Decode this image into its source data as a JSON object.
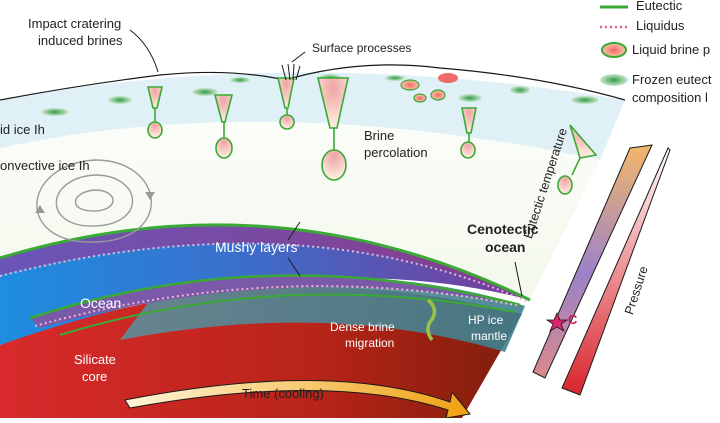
{
  "legend": {
    "eutectic": "Eutectic",
    "liquidus": "Liquidus",
    "liquid_brine_pocket": "Liquid brine p",
    "frozen_eutectic_line1": "Frozen eutect",
    "frozen_eutectic_line2": "composition l"
  },
  "labels": {
    "impact_line1": "Impact cratering",
    "impact_line2": "induced brines",
    "surface_processes": "Surface processes",
    "rigid_ice": "id ice Ih",
    "convective_ice": "onvective ice Ih",
    "brine_line1": "Brine",
    "brine_line2": "percolation",
    "cenotectic_line1": "Cenotectic",
    "cenotectic_line2": "ocean",
    "mushy_layers": "Mushy layers",
    "ocean": "Ocean",
    "silicate_line1": "Silicate",
    "silicate_line2": "core",
    "dense_line1": "Dense brine",
    "dense_line2": "migration",
    "hp_line1": "HP ice",
    "hp_line2": "mantle",
    "time": "Time (cooling)",
    "eutectic_temperature": "Eutectic temperature",
    "pressure": "Pressure",
    "point_c": "C"
  },
  "colors": {
    "eutectic": "#3aa935",
    "liquidus": "#d9609a",
    "ice": "#dff0f6",
    "ocean_left": "#1e8fe0",
    "ocean_right": "#7a3a9a",
    "core_left": "#d9262c",
    "core_right": "#8a1c10",
    "time_arrow": "#f2a81a"
  }
}
